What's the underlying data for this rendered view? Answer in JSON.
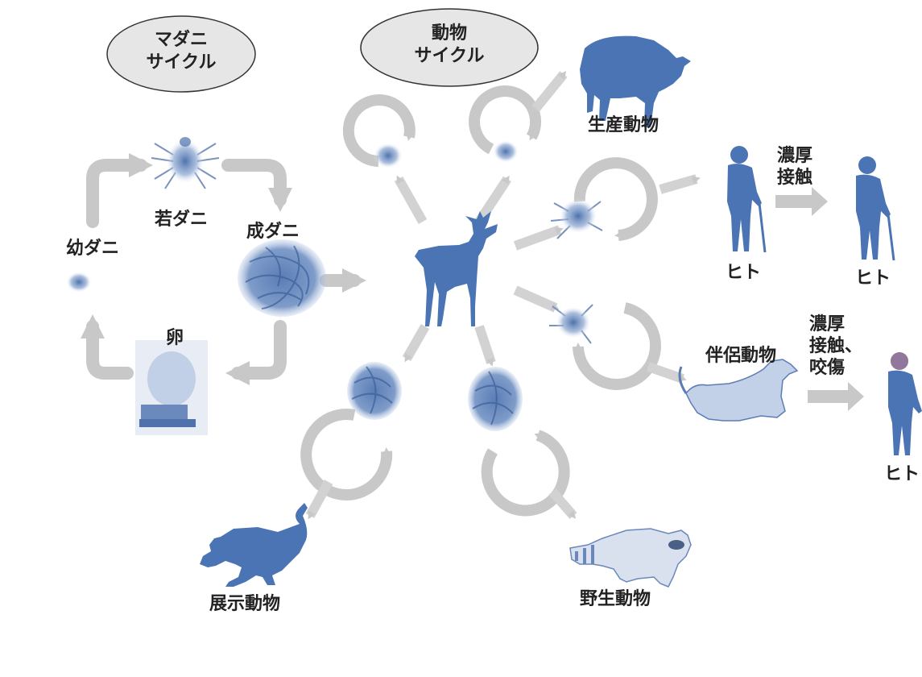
{
  "cycles": {
    "tick_cycle": {
      "line1": "マダニ",
      "line2": "サイクル"
    },
    "animal_cycle": {
      "line1": "動物",
      "line2": "サイクル"
    }
  },
  "tick_stages": {
    "nymph": "若ダニ",
    "adult": "成ダニ",
    "larva": "幼ダニ",
    "egg": "卵"
  },
  "hosts": {
    "livestock": "生産動物",
    "companion": "伴侶動物",
    "zoo": "展示動物",
    "wild": "野生動物",
    "human_a": "ヒト",
    "human_b": "ヒト",
    "human_c": "ヒト"
  },
  "transmission": {
    "close_contact": {
      "line1": "濃厚",
      "line2": "接触"
    },
    "close_contact_bite": {
      "line1": "濃厚",
      "line2": "接触、",
      "line3": "咬傷"
    }
  },
  "colors": {
    "silhouette": "#4a74b4",
    "arrow": "#c8c8c8",
    "oval_fill": "#e6e6e6",
    "tick": "#5577aa"
  }
}
